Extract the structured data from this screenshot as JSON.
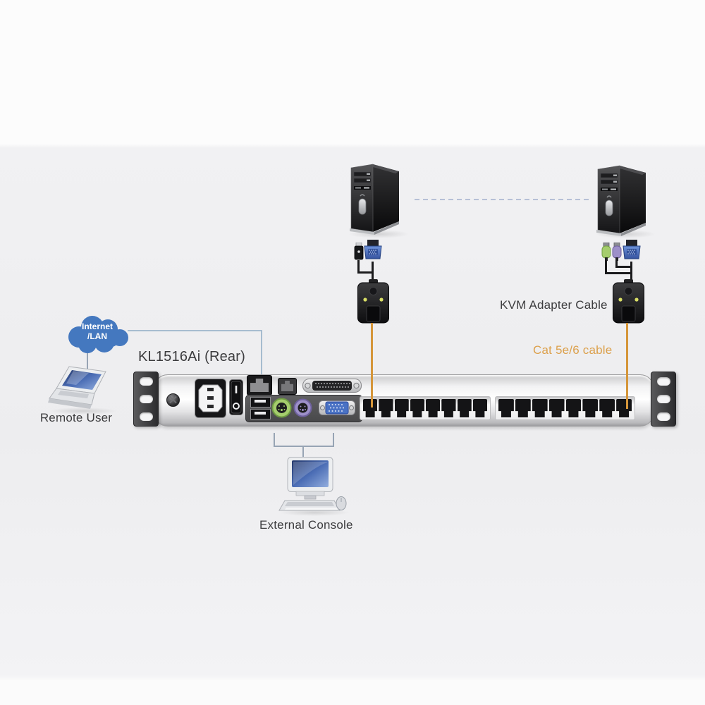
{
  "title": {
    "device_label": "KL1516Ai (Rear)"
  },
  "labels": {
    "kvm_adapter_cable": "KVM Adapter Cable",
    "cat_cable": "Cat 5e/6 cable",
    "remote_user": "Remote User",
    "external_console": "External Console"
  },
  "cloud": {
    "line1": "Internet",
    "line2": "/LAN"
  },
  "device": {
    "model": "KL1516Ai",
    "view": "Rear",
    "kvm_port_groups": [
      {
        "ports": 8
      },
      {
        "ports": 8
      }
    ],
    "total_kvm_ports": 16,
    "rear_elements": [
      "rack-ear",
      "ground-screw",
      "power-inlet",
      "power-switch",
      "lan-port",
      "secondary-rj45-port",
      "db25-console-port",
      "usb-port",
      "usb-port",
      "ps2-mouse-port",
      "ps2-keyboard-port",
      "vga-port",
      "kvm-port-group-1",
      "kvm-port-group-2",
      "rack-ear"
    ]
  },
  "colors": {
    "cloud_blue": "#4478bf",
    "cat_label_orange": "#dca04b",
    "cable_orange": "#d5963a",
    "connector_line_blue": "#a6bccf",
    "dashed_link_blue": "#b6c0d6",
    "text_dark": "#3c3c3e",
    "ps2_green": "#a5cd6d",
    "ps2_purple": "#9d90c9",
    "vga_blue": "#4a72c4",
    "led_yellow": "#d9df66"
  }
}
